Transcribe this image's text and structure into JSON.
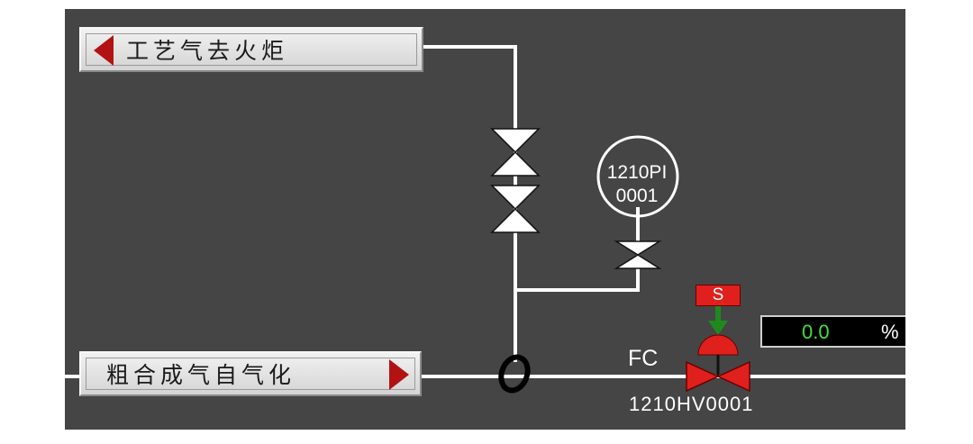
{
  "buttons": {
    "flare": {
      "label": "工艺气去火炬"
    },
    "syngas": {
      "label": "粗合成气自气化"
    }
  },
  "pressure_indicator": {
    "tag_line1": "1210PI",
    "tag_line2": "0001"
  },
  "control_valve": {
    "mode": "FC",
    "tag": "1210HV0001",
    "solenoid_label": "S",
    "output_value": "0.0",
    "output_unit": "%"
  },
  "colors": {
    "background": "#454545",
    "pipe": "#ffffff",
    "valve_active": "#e0201c",
    "solenoid_arrow": "#1e8a1e",
    "readout_value": "#3fe03f",
    "nav_arrow": "#b31212"
  },
  "icons": {
    "flare_nav": "left-triangle-icon",
    "syngas_nav": "right-triangle-icon",
    "gate_valve": "bowtie-valve-icon",
    "control_valve": "control-valve-icon",
    "flow_direction": "down-arrow-icon"
  }
}
